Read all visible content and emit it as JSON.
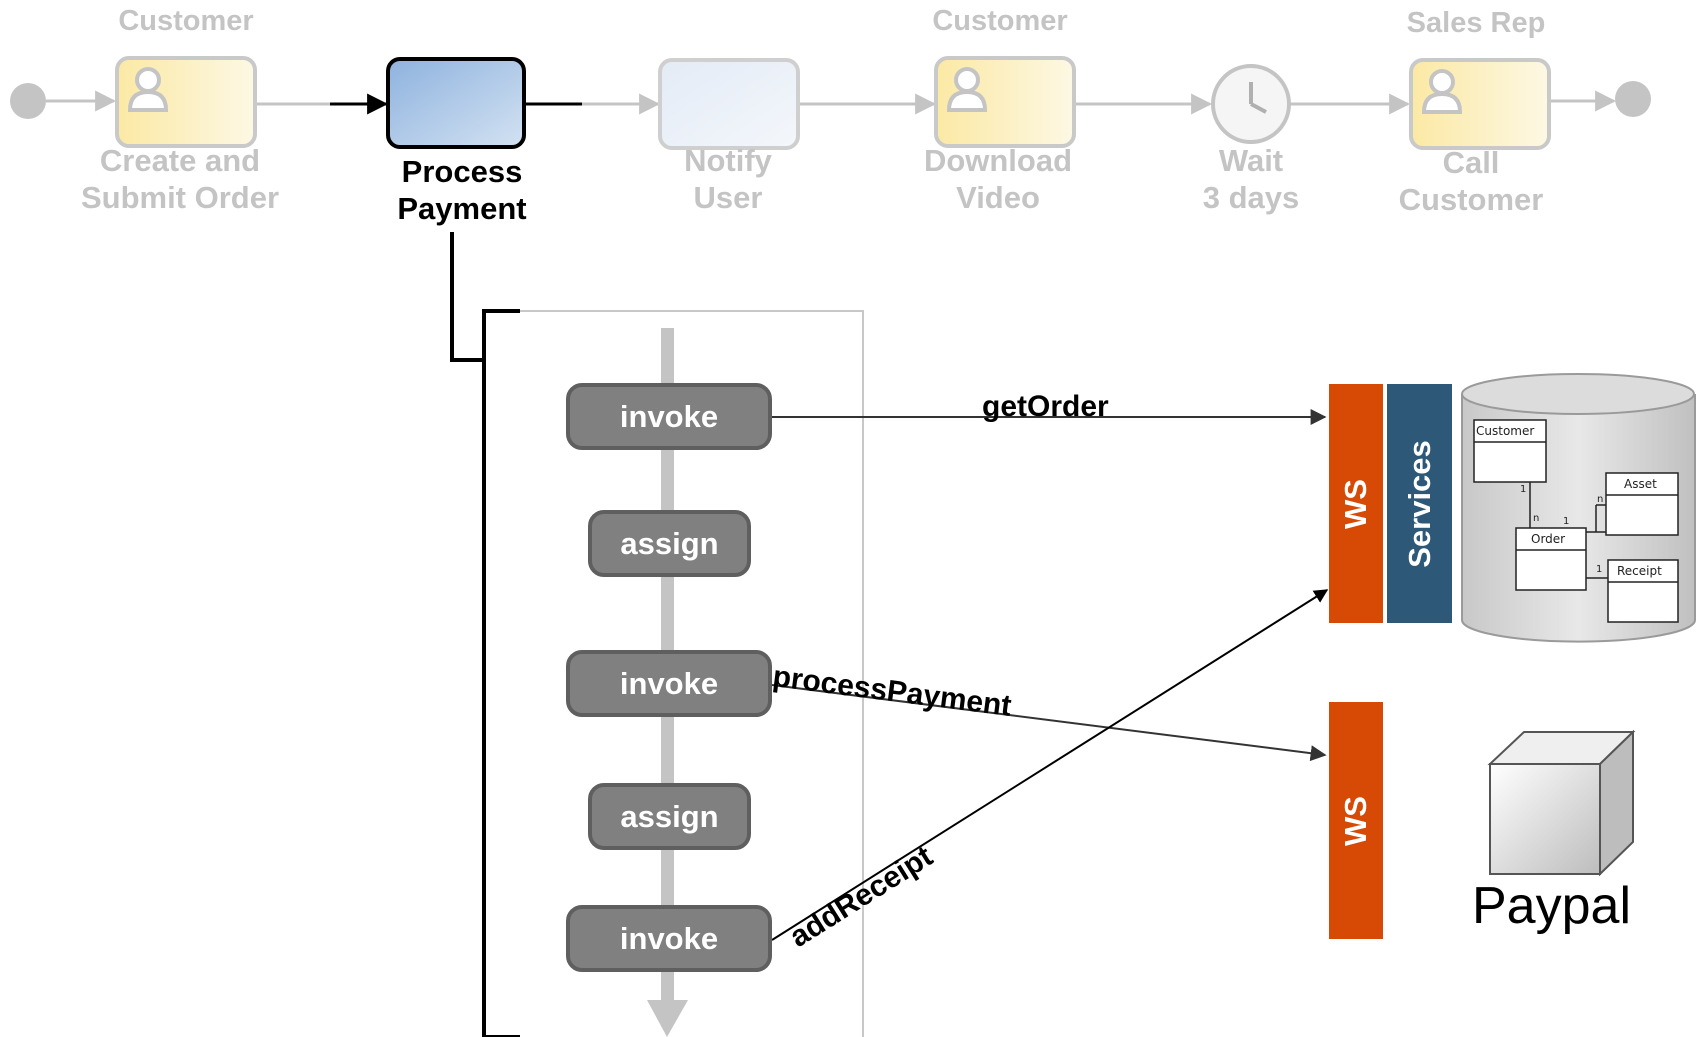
{
  "process": {
    "lanes": [
      {
        "role": "Customer",
        "task": "Create and\nSubmit Order",
        "kind": "user"
      },
      {
        "role": "",
        "task": "Process\nPayment",
        "kind": "service"
      },
      {
        "role": "",
        "task": "Notify\nUser",
        "kind": "service"
      },
      {
        "role": "Customer",
        "task": "Download\nVideo",
        "kind": "user"
      },
      {
        "role": "",
        "task": "Wait\n3 days",
        "kind": "timer"
      },
      {
        "role": "Sales Rep",
        "task": "Call\nCustomer",
        "kind": "user"
      }
    ],
    "active_task": "Process Payment"
  },
  "orchestration": {
    "steps": [
      "invoke",
      "assign",
      "invoke",
      "assign",
      "invoke"
    ]
  },
  "calls": {
    "get_order": "getOrder",
    "process_payment": "processPayment",
    "add_receipt": "addReceipt"
  },
  "backend": {
    "ws_label": "WS",
    "services_label": "Services",
    "entities": {
      "customer": "Customer",
      "asset": "Asset",
      "order": "Order",
      "receipt": "Receipt"
    },
    "cardinalities": {
      "one": "1",
      "many": "n"
    }
  },
  "external": {
    "ws_label": "WS",
    "name": "Paypal"
  },
  "colors": {
    "ws": "#d64a05",
    "services": "#2d5878",
    "user_task": "#fdf1b8",
    "active_task": "#9fbfe3",
    "step": "#808080"
  }
}
